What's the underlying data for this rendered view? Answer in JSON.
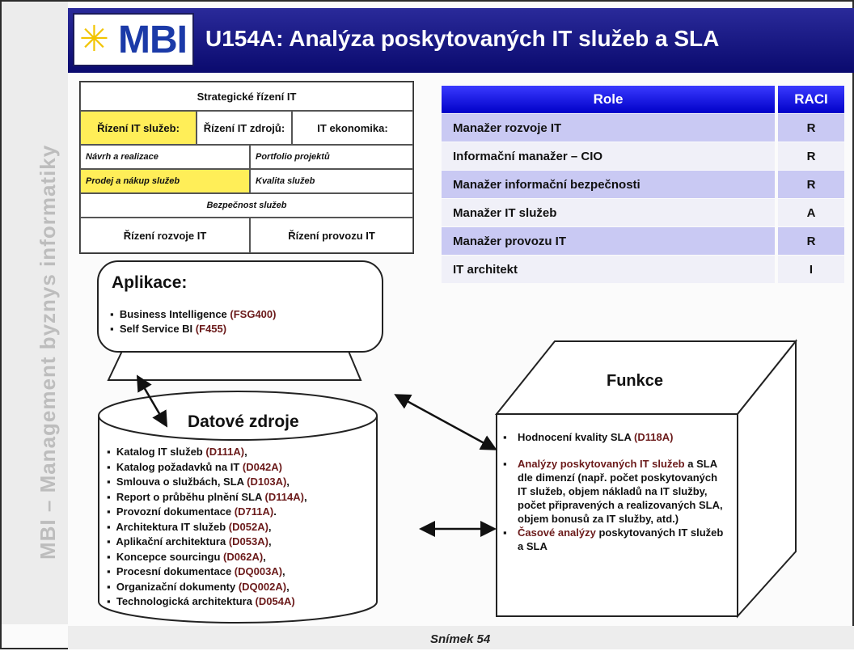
{
  "sidebar": {
    "text": "MBI – Management byznys informatiky"
  },
  "header": {
    "logo_text": "MBI",
    "logo_star": "✳",
    "title": "U154A: Analýza poskytovaných IT služeb a SLA"
  },
  "framework": {
    "top": "Strategické řízení IT",
    "col1": "Řízení IT služeb:",
    "col2": "Řízení IT zdrojů:",
    "col3": "IT ekonomika:",
    "r1a": "Návrh a realizace",
    "r1b": "Portfolio projektů",
    "r2a": "Prodej a nákup služeb",
    "r2b": "Kvalita služeb",
    "r3": "Bezpečnost služeb",
    "bottom_a": "Řízení rozvoje IT",
    "bottom_b": "Řízení provozu IT"
  },
  "raci": {
    "head_role": "Role",
    "head_raci": "RACI",
    "rows": [
      {
        "role": "Manažer rozvoje IT",
        "raci": "R"
      },
      {
        "role": "Informační manažer – CIO",
        "raci": "R"
      },
      {
        "role": "Manažer informační bezpečnosti",
        "raci": "R"
      },
      {
        "role": "Manažer IT služeb",
        "raci": "A"
      },
      {
        "role": "Manažer provozu IT",
        "raci": "R"
      },
      {
        "role": "IT architekt",
        "raci": "I"
      }
    ]
  },
  "applications": {
    "title": "Aplikace:",
    "items": [
      {
        "text": "Business Intelligence ",
        "code": "(FSG400)"
      },
      {
        "text": "Self Service BI ",
        "code": "(F455)"
      }
    ]
  },
  "data_sources": {
    "title": "Datové zdroje",
    "items": [
      {
        "text": "Katalog IT služeb ",
        "code": "(D111A)",
        "after": ","
      },
      {
        "text": "Katalog požadavků na IT ",
        "code": "(D042A)",
        "after": ""
      },
      {
        "text": "Smlouva o službách, SLA ",
        "code": "(D103A)",
        "after": ","
      },
      {
        "text": "Report o průběhu plnění SLA ",
        "code": "(D114A)",
        "after": ","
      },
      {
        "text": "Provozní dokumentace ",
        "code": "(D711A)",
        "after": "."
      },
      {
        "text": "Architektura IT služeb ",
        "code": "(D052A)",
        "after": ","
      },
      {
        "text": "Aplikační architektura ",
        "code": "(D053A)",
        "after": ","
      },
      {
        "text": "Koncepce sourcingu ",
        "code": "(D062A)",
        "after": ","
      },
      {
        "text": "Procesní dokumentace ",
        "code": "(DQ003A)",
        "after": ","
      },
      {
        "text": "Organizační dokumenty ",
        "code": "(DQ002A)",
        "after": ","
      },
      {
        "text": "Technologická architektura ",
        "code": "(D054A)",
        "after": ""
      }
    ]
  },
  "functions": {
    "title": "Funkce",
    "item1_text": "Hodnocení kvality SLA ",
    "item1_code": "(D118A)",
    "item2_code": "Analýzy poskytovaných IT služeb",
    "item2_text": " a SLA dle dimenzí (např. počet poskytovaných IT služeb, objem nákladů na IT služby, počet připravených a realizovaných SLA, objem bonusů za IT služby, atd.)",
    "item3_code": "Časové analýzy",
    "item3_text": " poskytovaných IT služeb a SLA"
  },
  "footer": {
    "text": "Snímek  54"
  }
}
